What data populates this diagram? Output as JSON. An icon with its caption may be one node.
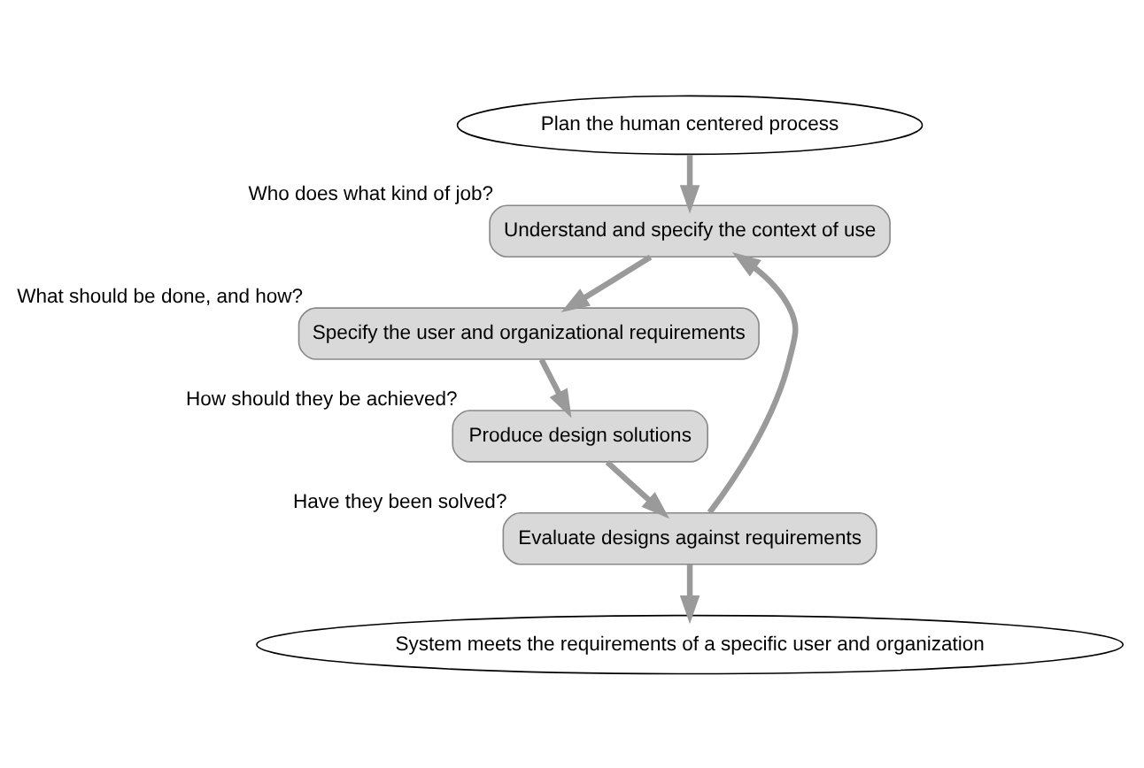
{
  "diagram": {
    "nodes": [
      {
        "text": [
          "Plan the human centered process"
        ]
      },
      {
        "text": [
          "Understand and specify the context of use"
        ],
        "beside": [
          "Who does what kind of job?"
        ]
      },
      {
        "text": [
          "Specify the user and organizational requirements"
        ],
        "beside": [
          "What should be done, and how?"
        ]
      },
      {
        "text": [
          "Produce design solutions"
        ],
        "beside": [
          "How should they be achieved?"
        ]
      },
      {
        "text": [
          "Evaluate designs against requirements"
        ],
        "beside": [
          "Have they been solved?"
        ]
      },
      {
        "text": [
          "System meets the requirements of a specific user and organization"
        ]
      }
    ],
    "edges": [
      {
        "from": 0,
        "to": 1,
        "arrow": "to"
      },
      {
        "from": 1,
        "to": 2,
        "arrow": "to"
      },
      {
        "from": 2,
        "to": 3,
        "arrow": "to"
      },
      {
        "from": 3,
        "to": 4,
        "arrow": "to"
      },
      {
        "from": 4,
        "to": 1,
        "arrow": "to"
      },
      {
        "from": 4,
        "to": 5,
        "arrow": "to"
      }
    ]
  }
}
